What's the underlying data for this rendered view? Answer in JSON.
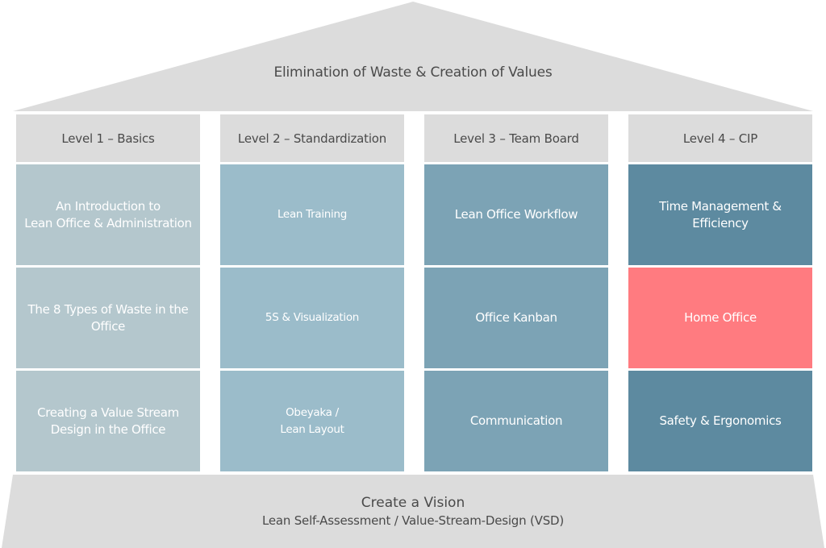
{
  "roof": {
    "title": "Elimination of Waste & Creation of Values"
  },
  "columns": [
    {
      "header": "Level 1 – Basics",
      "cells": [
        "An Introduction to\nLean Office & Administration",
        "The 8 Types of Waste in the\nOffice",
        "Creating a Value Stream\nDesign in the Office"
      ]
    },
    {
      "header": "Level 2 – Standardization",
      "cells": [
        "Lean Training",
        "5S & Visualization",
        "Obeyaka /\nLean Layout"
      ]
    },
    {
      "header": "Level 3 – Team Board",
      "cells": [
        "Lean Office Workflow",
        "Office Kanban",
        "Communication"
      ]
    },
    {
      "header": "Level 4 – CIP",
      "cells": [
        "Time Management &\nEfficiency",
        "Home Office",
        "Safety & Ergonomics"
      ]
    }
  ],
  "foundation": {
    "title": "Create a Vision",
    "subtitle": "Lean Self-Assessment / Value-Stream-Design (VSD)"
  },
  "colors": {
    "roof": "#dcdcdc",
    "level_1": "#b4c7cd",
    "level_2": "#9bbcca",
    "level_3": "#7ca3b5",
    "level_4": "#5d8aa0",
    "highlight": "#ff7b80"
  }
}
